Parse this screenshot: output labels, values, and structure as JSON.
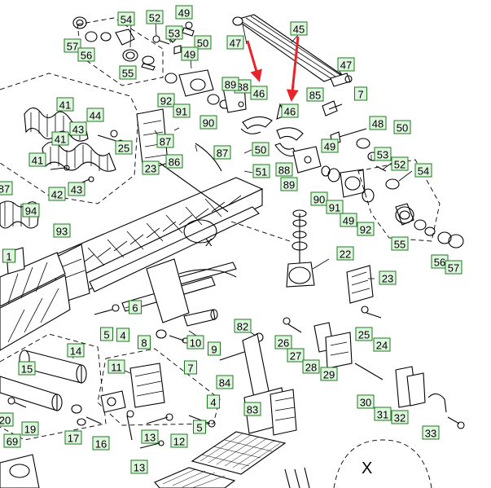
{
  "callouts": [
    "54",
    "52",
    "49",
    "57",
    "56",
    "53",
    "50",
    "55",
    "49",
    "47",
    "45",
    "47",
    "41",
    "44",
    "43",
    "25",
    "92",
    "88",
    "89",
    "46",
    "91",
    "90",
    "46",
    "7",
    "85",
    "48",
    "50",
    "41",
    "41",
    "42",
    "43",
    "23",
    "87",
    "86",
    "87",
    "50",
    "51",
    "49",
    "53",
    "52",
    "54",
    "88",
    "89",
    "90",
    "91",
    "49",
    "92",
    "55",
    "56",
    "57",
    "87",
    "94",
    "93",
    "1",
    "22",
    "23",
    "6",
    "5",
    "4",
    "8",
    "10",
    "7",
    "9",
    "82",
    "26",
    "27",
    "28",
    "29",
    "25",
    "24",
    "14",
    "11",
    "15",
    "84",
    "83",
    "30",
    "31",
    "32",
    "20",
    "19",
    "69",
    "17",
    "16",
    "13",
    "12",
    "5",
    "4",
    "13",
    "33"
  ],
  "view_marks": {
    "small": "X",
    "large": "X"
  },
  "colors": {
    "callout_fill": "#dff5df",
    "callout_border": "#1c7a1c",
    "arrow": "#e8242a"
  }
}
